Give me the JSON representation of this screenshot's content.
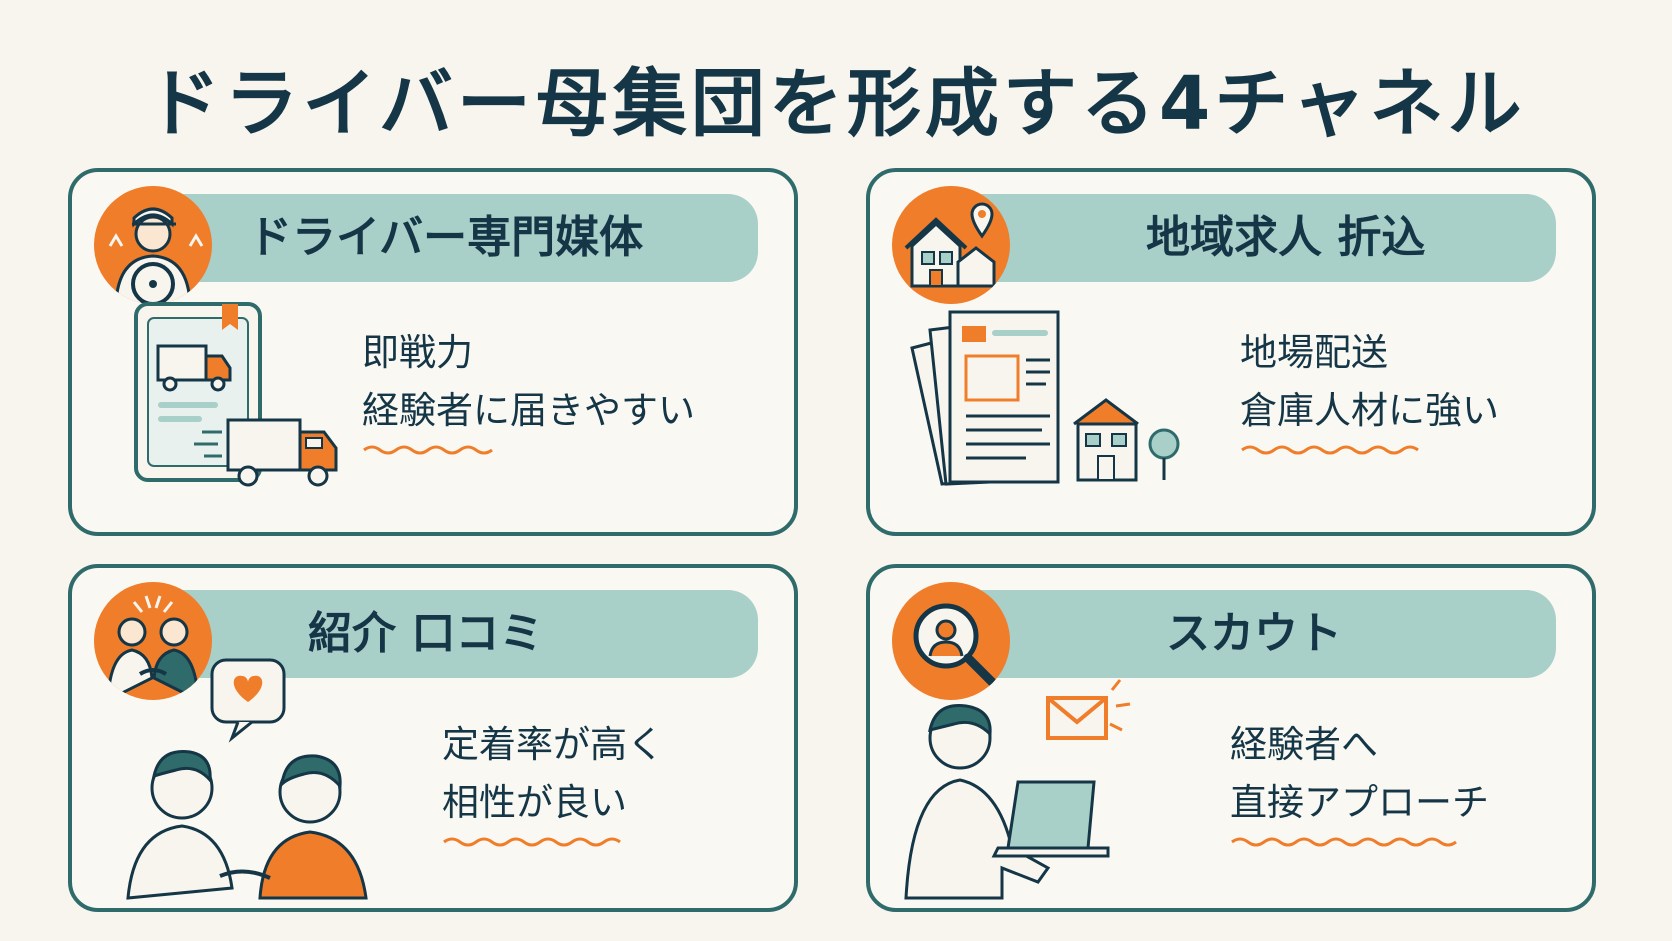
{
  "title": "ドライバー母集団を形成する4チャネル",
  "channels": [
    {
      "title": "ドライバー専門媒体",
      "lines": [
        "即戦力",
        "経験者に届きやすい"
      ]
    },
    {
      "title": "地域求人 折込",
      "lines": [
        "地場配送",
        "倉庫人材に強い"
      ]
    },
    {
      "title": "紹介 口コミ",
      "lines": [
        "定着率が高く",
        "相性が良い"
      ]
    },
    {
      "title": "スカウト",
      "lines": [
        "経験者へ",
        "直接アプローチ"
      ]
    }
  ],
  "colors": {
    "navy": "#153646",
    "teal_border": "#2f6b6b",
    "banner": "#a9cfc9",
    "orange": "#f07d2a"
  },
  "icons": {
    "c1_emblem": "driver-icon",
    "c1_illus": "tablet-truck-icon",
    "c2_emblem": "house-location-icon",
    "c2_illus": "newspaper-house-icon",
    "c3_emblem": "handshake-people-icon",
    "c3_illus": "conversation-heart-icon",
    "c4_emblem": "magnifier-person-icon",
    "c4_illus": "laptop-mail-icon"
  }
}
